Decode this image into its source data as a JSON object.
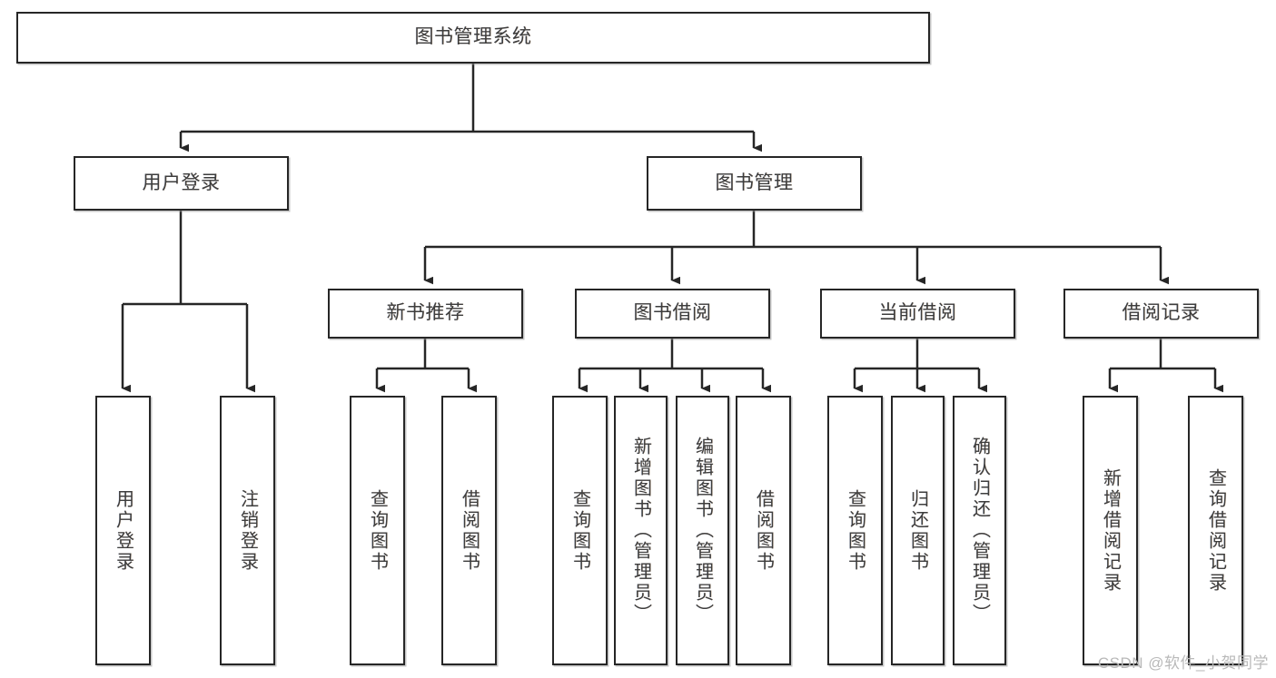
{
  "diagram": {
    "title": "图书管理系统",
    "watermark": "CSDN @软件_小贺同学",
    "line_color": "#262626",
    "text_color": "#3d3d3d",
    "background": "#ffffff",
    "nodes": {
      "root": "图书管理系统",
      "level2": {
        "user_login": "用户登录",
        "book_manage": "图书管理"
      },
      "level3": {
        "new_book_rec": "新书推荐",
        "book_borrow": "图书借阅",
        "current_borrow": "当前借阅",
        "borrow_record": "借阅记录"
      },
      "leaves": {
        "user_login_1": "用户登录",
        "user_login_2": "注销登录",
        "new_book_rec_1": "查询图书",
        "new_book_rec_2": "借阅图书",
        "book_borrow_1": "查询图书",
        "book_borrow_2": "新增图书（管理员）",
        "book_borrow_3": "编辑图书（管理员）",
        "book_borrow_4": "借阅图书",
        "current_borrow_1": "查询图书",
        "current_borrow_2": "归还图书",
        "current_borrow_3": "确认归还（管理员）",
        "borrow_record_1": "新增借阅记录",
        "borrow_record_2": "查询借阅记录"
      }
    }
  }
}
